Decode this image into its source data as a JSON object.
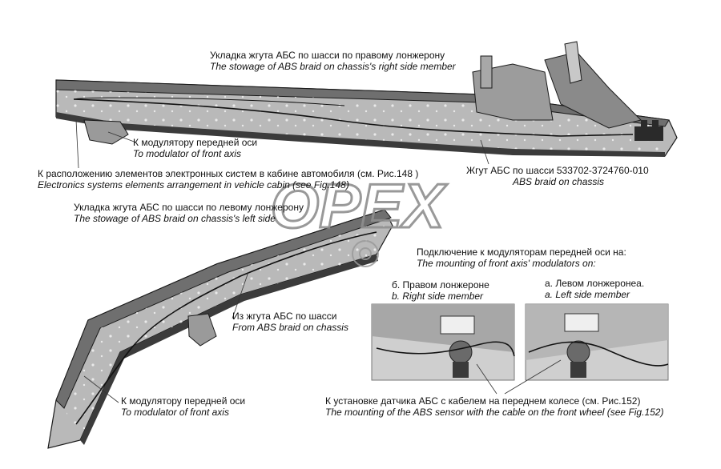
{
  "labels": {
    "right_member": {
      "ru": "Укладка жгута АБС по шасси по правому лонжерону",
      "en": "The stowage of ABS braid on chassis's right side member"
    },
    "front_modulator_top": {
      "ru": "К модулятору передней оси",
      "en": "To modulator of front axis"
    },
    "electronics": {
      "ru": "К расположению элементов электронных систем в кабине автомобиля (см. Рис.148 )",
      "en": "Electronics systems elements arrangement in vehicle cabin (see Fig.148)"
    },
    "abs_braid": {
      "ru": "Жгут АБС по шасси 533702-3724760-010",
      "en": "ABS braid on chassis"
    },
    "left_member": {
      "ru": "Укладка жгута АБС по шасси по левому лонжерону",
      "en": "The stowage of ABS braid on chassis's left side"
    },
    "mounting": {
      "ru": "Подключение к модуляторам передней оси на:",
      "en": "The mounting of front axis' modulators on:"
    },
    "right_side": {
      "ru": "б. Правом лонжероне",
      "en": "b. Right side member"
    },
    "left_side": {
      "ru": "а. Левом лонжеронеа.",
      "en": "a. Left side member"
    },
    "from_braid": {
      "ru": "Из жгута АБС по шасси",
      "en": "From ABS braid on chassis"
    },
    "front_modulator_bottom": {
      "ru": "К модулятору передней оси",
      "en": "To modulator of front axis"
    },
    "sensor": {
      "ru": "К установке датчика АБС с кабелем на переднем колесе (см. Рис.152)",
      "en": "The mounting of the  ABS sensor with the cable on the front wheel (see Fig.152)"
    }
  },
  "watermark": "OPEX"
}
